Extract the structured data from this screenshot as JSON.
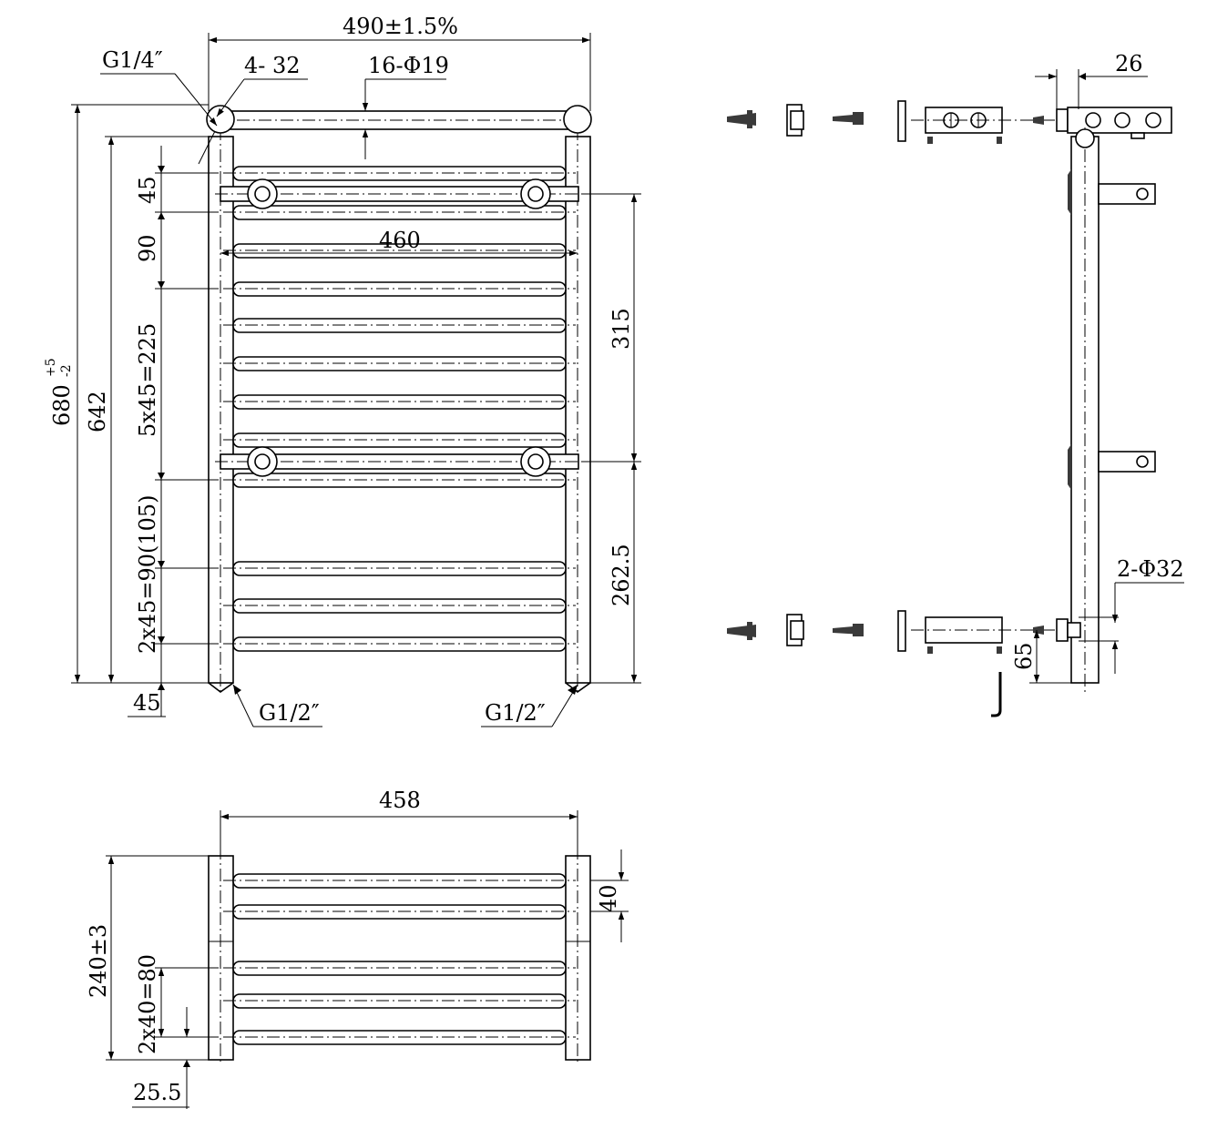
{
  "front_view": {
    "overall_width": "490±1.5%",
    "top_thread": "G1/4″",
    "top_count": "4- 32",
    "tubes": "16-Φ19",
    "inner_width": "460",
    "height_overall": "680",
    "height_tol_upper": "+5",
    "height_tol_lower": "-2",
    "height_inner": "642",
    "first_gap": "45",
    "second_gap": "90",
    "mid_group": "5x45=225",
    "lower_group": "2x45=90(105)",
    "bottom_gap": "45",
    "bracket_span": "315",
    "bracket_height": "262.5",
    "inlet_left": "G1/2″",
    "inlet_right": "G1/2″"
  },
  "side_view": {
    "wall_offset": "26",
    "hole_dia": "2-Φ32",
    "bottom_offset": "65"
  },
  "top_view": {
    "width": "458",
    "depth": "240±3",
    "rail_gap": "40",
    "rail_group": "2x40=80",
    "edge_offset": "25.5"
  }
}
